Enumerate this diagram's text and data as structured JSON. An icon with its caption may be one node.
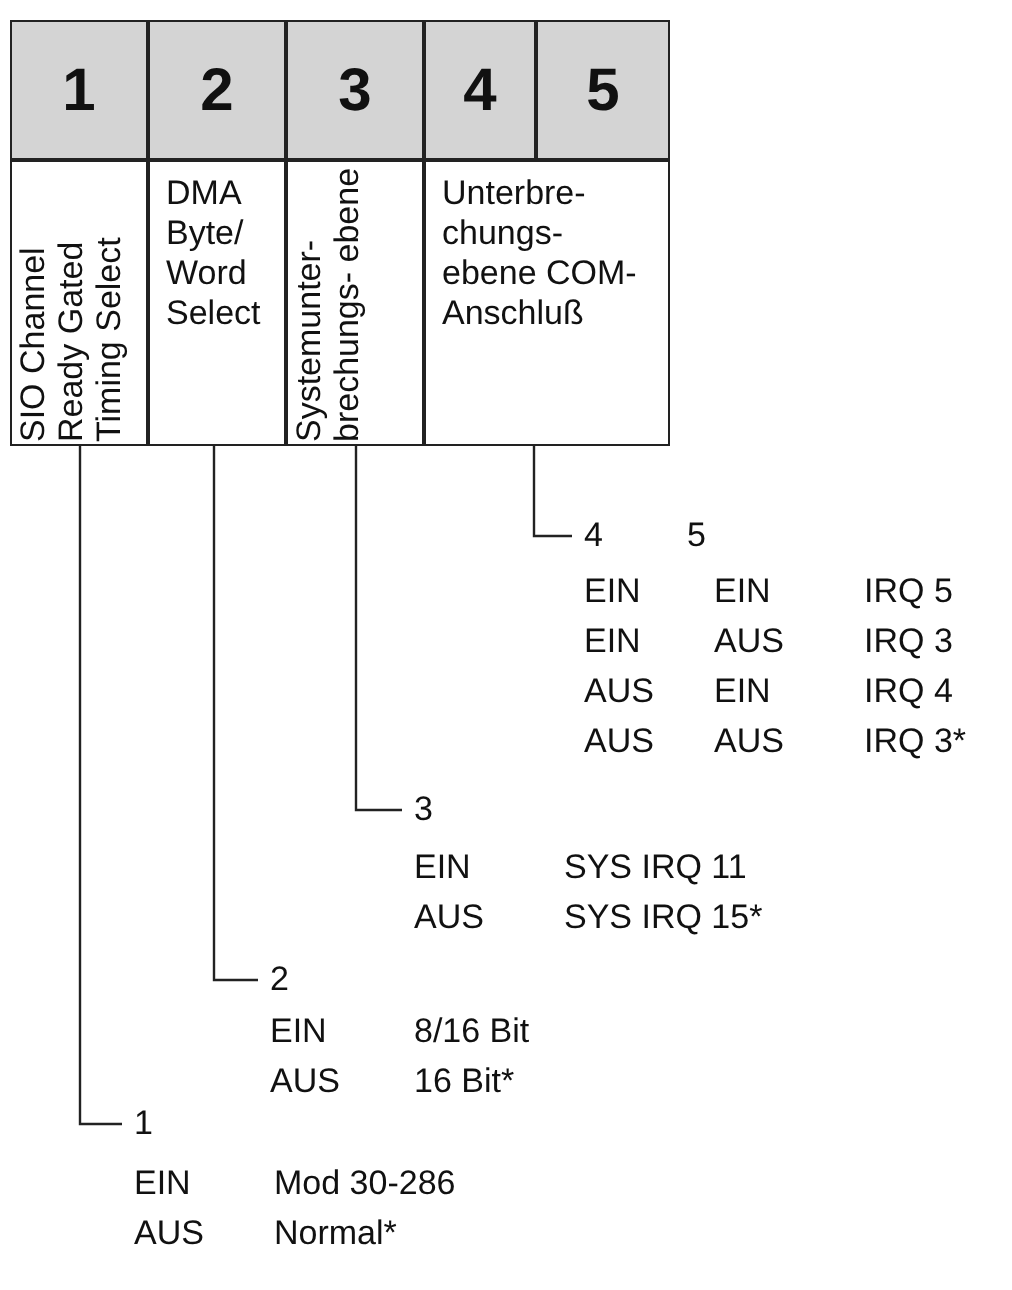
{
  "diagram": {
    "nodes": [
      {
        "text": [
          "1"
        ]
      },
      {
        "text": [
          "2"
        ]
      },
      {
        "text": [
          "3"
        ]
      },
      {
        "text": [
          "4"
        ]
      },
      {
        "text": [
          "5"
        ]
      },
      {
        "text": [
          "SIO Channel Ready Gated Timing Select"
        ]
      },
      {
        "text": [
          "DMA Byte/ Word Select"
        ]
      },
      {
        "text": [
          "Systemunter- brechungs- ebene"
        ]
      },
      {
        "text": [
          "Unterbre- chungs- ebene COM- Anschluß"
        ]
      },
      {
        "text": [
          "4",
          "5"
        ]
      },
      {
        "text": [
          "3"
        ]
      },
      {
        "text": [
          "2"
        ]
      },
      {
        "text": [
          "1"
        ]
      }
    ],
    "edges": [
      {
        "from": 8,
        "to": 9,
        "arrow": "none"
      },
      {
        "from": 7,
        "to": 10,
        "arrow": "none"
      },
      {
        "from": 6,
        "to": 11,
        "arrow": "none"
      },
      {
        "from": 5,
        "to": 12,
        "arrow": "none"
      }
    ],
    "labels": [
      "EIN",
      "EIN",
      "IRQ 5",
      "EIN",
      "AUS",
      "IRQ 3",
      "AUS",
      "EIN",
      "IRQ 4",
      "AUS",
      "AUS",
      "IRQ 3*",
      "EIN",
      "SYS IRQ 11",
      "AUS",
      "SYS IRQ 15*",
      "EIN",
      "8/16 Bit",
      "AUS",
      "16 Bit*",
      "EIN",
      "Mod 30-286",
      "AUS",
      "Normal*"
    ]
  }
}
